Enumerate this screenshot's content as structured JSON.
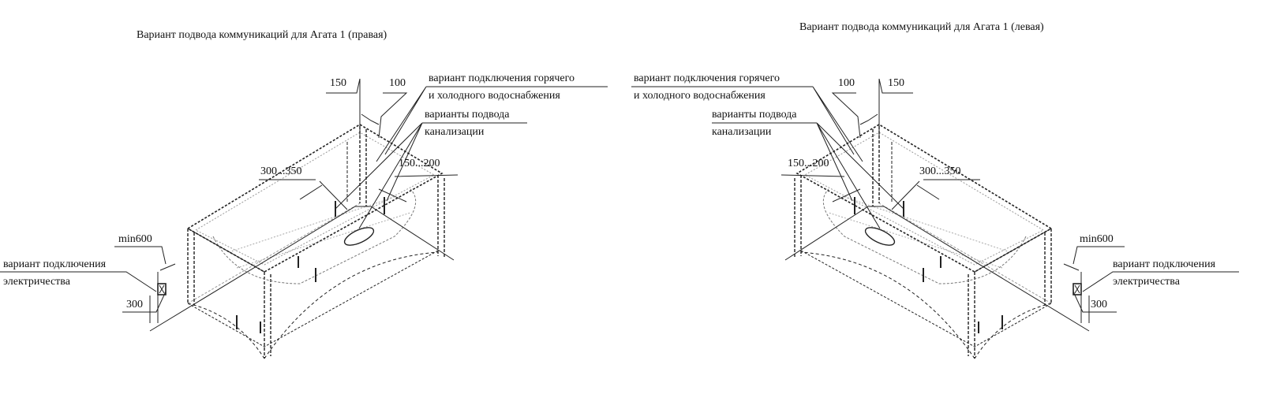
{
  "left": {
    "title": "Вариант подвода коммуникаций для Агата 1 (правая)",
    "dim_150": "150",
    "dim_100": "100",
    "water_line1": "вариант подключения горячего",
    "water_line2": "и холодного водоснабжения",
    "drain_line1": "варианты подвода",
    "drain_line2": "канализации",
    "dim_300_350": "300...350",
    "dim_150_200": "150...200",
    "dim_min600": "min600",
    "elec_line1": "вариант подключения",
    "elec_line2": "электричества",
    "dim_300": "300"
  },
  "right": {
    "title": "Вариант подвода коммуникаций для Агата 1 (левая)",
    "dim_150": "150",
    "dim_100": "100",
    "water_line1": "вариант подключения горячего",
    "water_line2": "и холодного водоснабжения",
    "drain_line1": "варианты подвода",
    "drain_line2": "канализации",
    "dim_300_350": "300...350",
    "dim_150_200": "150...200",
    "dim_min600": "min600",
    "elec_line1": "вариант подключения",
    "elec_line2": "электричества",
    "dim_300": "300"
  }
}
